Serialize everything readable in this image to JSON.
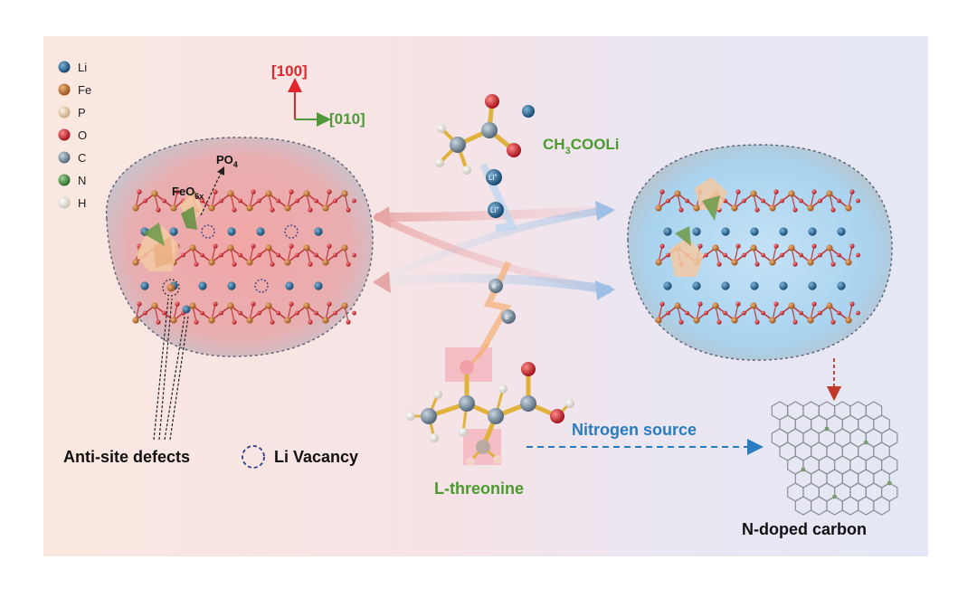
{
  "legend": {
    "items": [
      {
        "label": "Li",
        "color": "#1f5f8b"
      },
      {
        "label": "Fe",
        "color": "#c6782a"
      },
      {
        "label": "P",
        "color": "#f2d7b0"
      },
      {
        "label": "O",
        "color": "#d8232a"
      },
      {
        "label": "C",
        "color": "#7d93a6"
      },
      {
        "label": "N",
        "color": "#3f8f3a"
      },
      {
        "label": "H",
        "color": "#f4f2ec"
      }
    ]
  },
  "axes": {
    "vertical": "[100]",
    "horizontal": "[010]",
    "vertical_color": "#e0262b",
    "horizontal_color": "#4e9a3a"
  },
  "left_particle": {
    "po4_label": "PO",
    "po4_sub": "4",
    "feo_label": "FeO",
    "feo_sub": "6x"
  },
  "bottom_labels": {
    "anti_site": "Anti-site defects",
    "li_vacancy": "Li Vacancy"
  },
  "center": {
    "reagent_label": "CH",
    "reagent_sub1": "3",
    "reagent_mid": "COOLi",
    "li_ion": "Li",
    "li_ion_sup": "+",
    "electron": "e",
    "electron_sup": "−",
    "amino_label": "L-threonine",
    "nitrogen_label": "Nitrogen source"
  },
  "right": {
    "carbon_label": "N-doped carbon"
  },
  "colors": {
    "label_green": "#4b9a2e",
    "label_blue": "#2a7cc0",
    "arrow_red": "#c0392b"
  }
}
